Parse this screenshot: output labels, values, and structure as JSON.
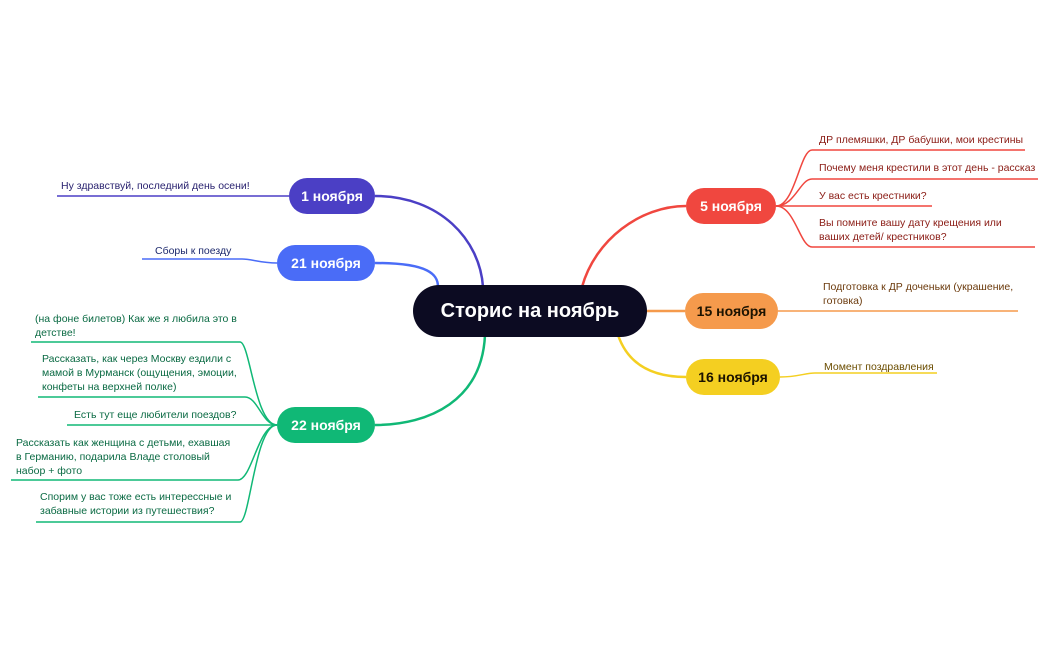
{
  "root": {
    "label": "Сторис на ноябрь"
  },
  "branches": {
    "nov1": {
      "label": "1 ноября",
      "color": "#4b3fc5",
      "items": [
        "Ну здравствуй, последний день осени!"
      ]
    },
    "nov21": {
      "label": "21 ноября",
      "color": "#4a6cf7",
      "items": [
        "Сборы к поезду"
      ]
    },
    "nov22": {
      "label": "22 ноября",
      "color": "#10b876",
      "items": [
        "(на фоне билетов) Как же я любила это в детстве!",
        "Рассказать, как через Москву ездили с мамой в Мурманск (ощущения, эмоции, конфеты на верхней полке)",
        "Есть тут еще любители поездов?",
        "Рассказать как женщина с детьми, ехавшая в Германию, подарила Владе столовый набор + фото",
        "Спорим у вас тоже есть интерессные и забавные истории из путешествия?"
      ]
    },
    "nov5": {
      "label": "5 ноября",
      "color": "#f0473f",
      "items": [
        "ДР племяшки, ДР бабушки, мои крестины",
        "Почему меня крестили в этот день - рассказ",
        "У вас есть крестники?",
        "Вы помните вашу дату крещения или ваших детей/ крестников?"
      ]
    },
    "nov15": {
      "label": "15 ноября",
      "color": "#f59a4c",
      "items": [
        "Подготовка к ДР доченьки (украшение, готовка)"
      ]
    },
    "nov16": {
      "label": "16 ноября",
      "color": "#f4cf21",
      "items": [
        "Момент поздравления"
      ]
    }
  }
}
